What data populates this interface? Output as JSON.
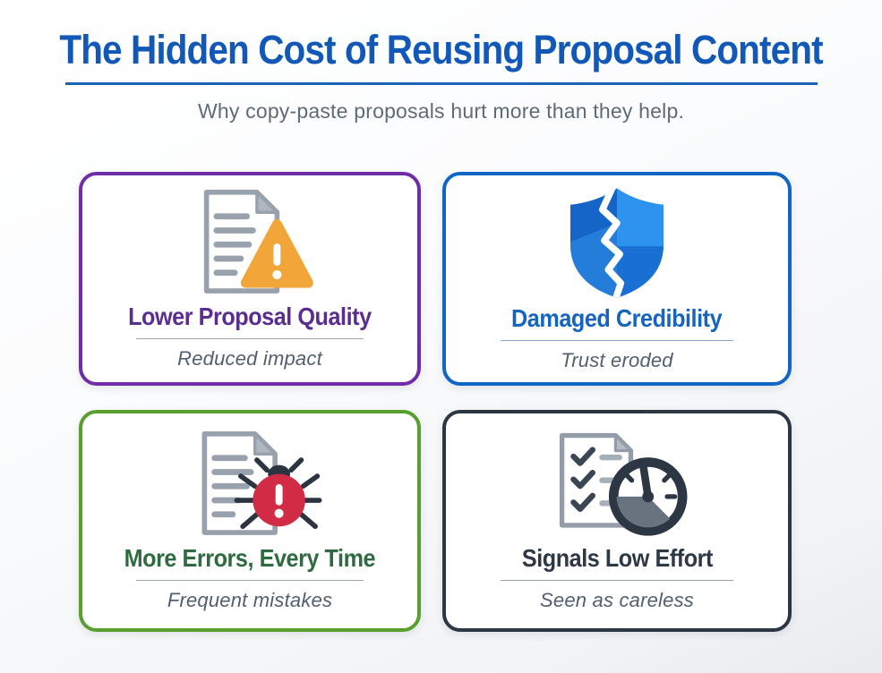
{
  "header": {
    "title": "The Hidden Cost of Reusing Proposal Content",
    "subtitle": "Why copy-paste proposals hurt more than they help.",
    "title_color": "#1158b8",
    "rule_color": "#1b63b5",
    "subtitle_color": "#5f6b76"
  },
  "cards": [
    {
      "title": "Lower Proposal Quality",
      "subtitle": "Reduced impact",
      "accent_color": "#6f2da8",
      "title_color": "#5c2d91",
      "icon": "document-warning-icon",
      "icon_colors": {
        "document": "#98a1ac",
        "warning_triangle": "#f2a63a"
      }
    },
    {
      "title": "Damaged Credibility",
      "subtitle": "Trust eroded",
      "accent_color": "#1165c5",
      "title_color": "#1565c0",
      "icon": "broken-shield-icon",
      "icon_colors": {
        "shield_dark": "#1565c8",
        "shield_light": "#2e93ee",
        "crack": "#ffffff"
      }
    },
    {
      "title": "More Errors, Every Time",
      "subtitle": "Frequent mistakes",
      "accent_color": "#57a02e",
      "title_color": "#2f6b40",
      "icon": "document-bug-icon",
      "icon_colors": {
        "document": "#98a1ac",
        "bug_body": "#d22b45",
        "bug_legs": "#2b3440"
      }
    },
    {
      "title": "Signals Low Effort",
      "subtitle": "Seen as careless",
      "accent_color": "#2d3643",
      "title_color": "#2e3847",
      "icon": "checklist-stopwatch-icon",
      "icon_colors": {
        "document": "#939ca8",
        "checks": "#3a4654",
        "gauge_ring": "#2d3643",
        "gauge_wedge": "#68737f"
      }
    }
  ]
}
